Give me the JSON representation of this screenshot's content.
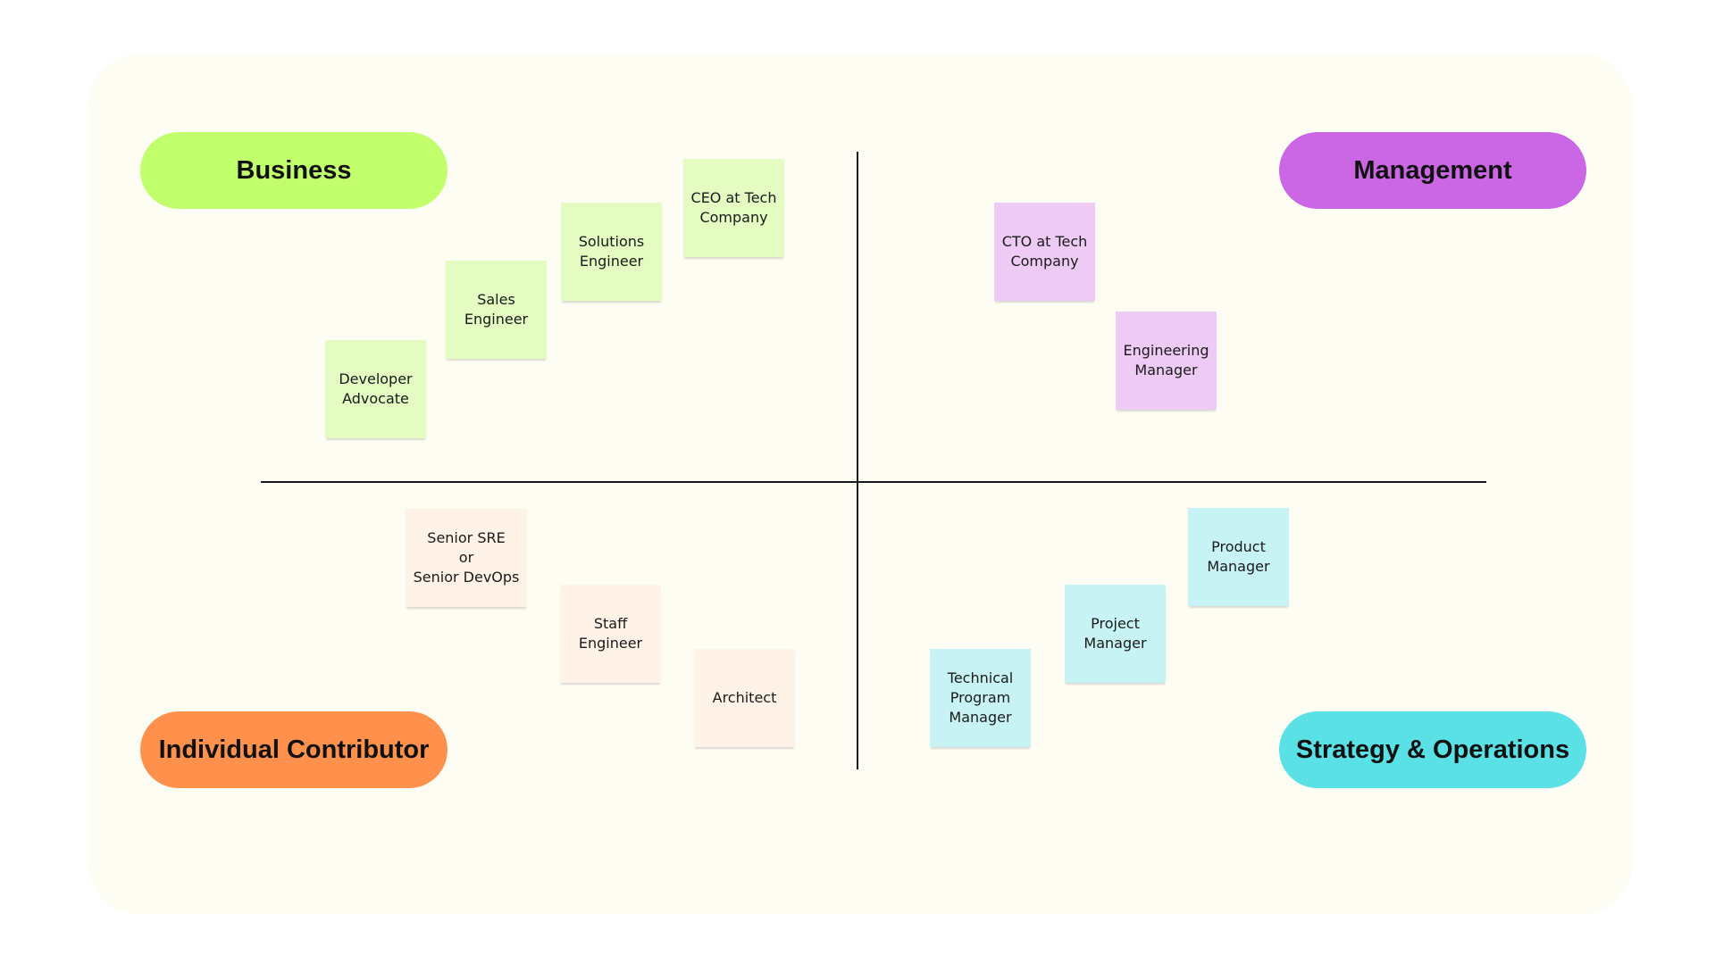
{
  "quadrant_labels": {
    "business": "Business",
    "management": "Management",
    "individual_contributor": "Individual Contributor",
    "strategy_operations": "Strategy & Operations"
  },
  "colors": {
    "background": "#fdfdf3",
    "business": "#c1ff6d",
    "management": "#cb66e5",
    "individual_contributor": "#ff914d",
    "strategy_operations": "#5ae1e6",
    "note_business": "#e4fcc2",
    "note_management": "#eecbf5",
    "note_ic": "#fff3e7",
    "note_strategy": "#c8f3f5"
  },
  "notes": {
    "business": [
      "Developer\nAdvocate",
      "Sales\nEngineer",
      "Solutions\nEngineer",
      "CEO at Tech\nCompany"
    ],
    "management": [
      "CTO at Tech\nCompany",
      "Engineering\nManager"
    ],
    "individual_contributor": [
      "Senior SRE\nor\nSenior DevOps",
      "Staff\nEngineer",
      "Architect"
    ],
    "strategy_operations": [
      "Product\nManager",
      "Project\nManager",
      "Technical\nProgram\nManager"
    ]
  }
}
